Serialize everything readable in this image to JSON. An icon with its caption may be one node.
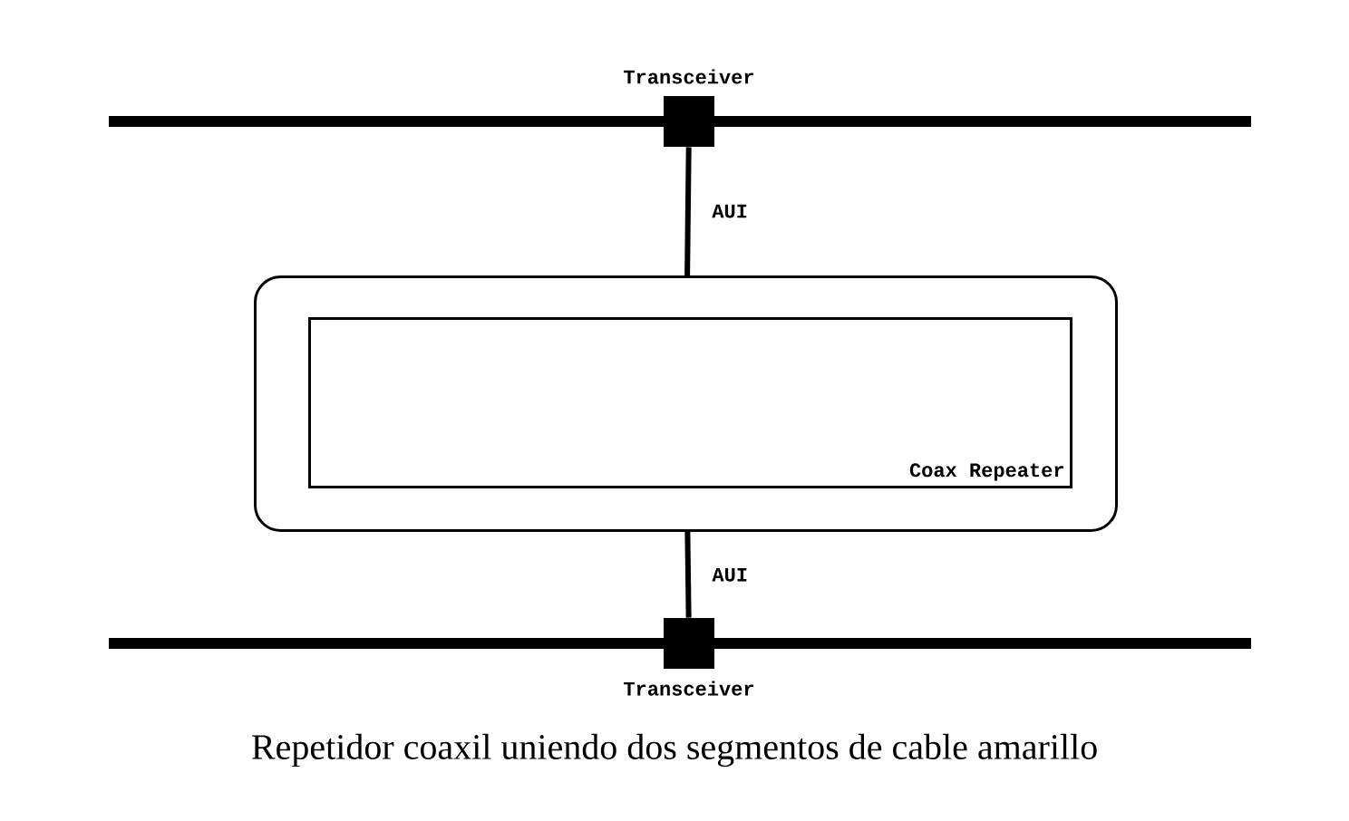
{
  "diagram": {
    "caption": "Repetidor coaxil uniendo dos segmentos de cable amarillo",
    "nodes": [
      {
        "text": [
          "Transceiver"
        ]
      },
      {
        "text": [],
        "shape": "box"
      },
      {
        "text": [
          "Coax Repeater"
        ],
        "in": 1
      },
      {
        "text": [
          "Transceiver"
        ]
      }
    ],
    "edges": [
      {
        "from": 0,
        "to": 1,
        "arrow": "none",
        "label": "AUI"
      },
      {
        "from": 1,
        "to": 3,
        "arrow": "none",
        "label": "AUI"
      }
    ]
  }
}
